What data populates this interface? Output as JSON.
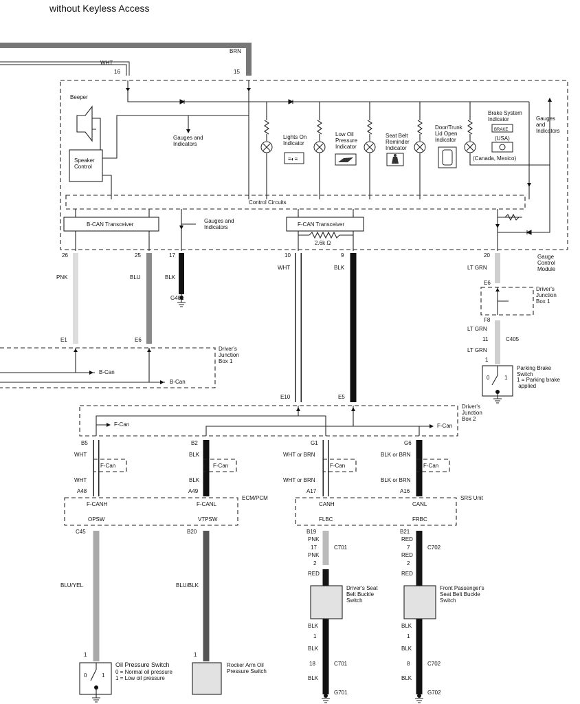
{
  "title": "without Keyless Access",
  "colors": {
    "BRN": "#777777",
    "PNK": "#dcdcdc",
    "BLU": "#8a8a8a",
    "BLK": "#111111",
    "WHT": "#ffffff",
    "LTGRN": "#cfcfcf",
    "BLUYEL": "#a9a9a9",
    "BLUBLK": "#555555",
    "RED": "#161616"
  },
  "top_wires": {
    "wht_label": "WHT",
    "wht_pin": "16",
    "brn_label": "BRN",
    "brn_pin": "15"
  },
  "gauge_module": {
    "name": "Gauge\nControl\nModule",
    "beeper": "Beeper",
    "speaker_control": "Speaker\nControl",
    "gauges1": "Gauges and\nIndicators",
    "gauges2": "Gauges\nand\nIndicators",
    "gauges3": "Gauges and\nIndicators",
    "lights_on": "Lights On\nIndicator",
    "low_oil": "Low Oil\nPressure\nIndicator",
    "seat_belt": "Seat Belt\nReminder\nIndicator",
    "door_trunk": "Door/Trunk\nLid Open\nIndicator",
    "brake_system": "Brake System\nIndicator",
    "brake_badge": "BRAKE",
    "usa": "(USA)",
    "canada": "(Canada, Mexico)",
    "control_circuits": "Control Circuits",
    "bcan": "B-CAN Transceiver",
    "fcan": "F-CAN Transceiver",
    "resistor": "2.6k Ω"
  },
  "module_pins": [
    {
      "pin": "26",
      "color": "PNK"
    },
    {
      "pin": "25",
      "color": "BLU"
    },
    {
      "pin": "17",
      "color": "BLK",
      "ground": "G401"
    },
    {
      "pin": "10",
      "color": "WHT"
    },
    {
      "pin": "9",
      "color": "BLK"
    },
    {
      "pin": "20",
      "color": "LT GRN"
    }
  ],
  "djb1_left": {
    "name": "Driver's\nJunction\nBox 1",
    "pin_e1": "E1",
    "pin_e6": "E6",
    "bcan1": "B-Can",
    "bcan2": "B-Can"
  },
  "djb1_right": {
    "name": "Driver's\nJunction\nBox 1",
    "pin_e6": "E6",
    "pin_f8": "F8",
    "wire1": "LT GRN",
    "conn_pin": "11",
    "conn": "C405",
    "wire2": "LT GRN",
    "pin_1": "1"
  },
  "parking_brake": {
    "name": "Parking Brake\nSwitch",
    "legend": "1 = Parking brake\n      applied",
    "p0": "0",
    "p1": "1"
  },
  "djb2": {
    "name": "Driver's\nJunction\nBox 2",
    "pin_e10": "E10",
    "pin_e5": "E5",
    "fcan_left": "F-Can",
    "fcan_right": "F-Can"
  },
  "branches": [
    {
      "pin": "B5",
      "w1": "WHT",
      "fcan": "F-Can",
      "w2": "WHT",
      "pin2": "A48"
    },
    {
      "pin": "B2",
      "w1": "BLK",
      "fcan": "F-Can",
      "w2": "BLK",
      "pin2": "A49"
    },
    {
      "pin": "G1",
      "w1": "WHT or BRN",
      "fcan": "F-Can",
      "w2": "WHT or BRN",
      "pin2": "A17"
    },
    {
      "pin": "G6",
      "w1": "BLK or BRN",
      "fcan": "F-Can",
      "w2": "BLK or BRN",
      "pin2": "A16"
    }
  ],
  "ecm": {
    "name": "ECM/PCM",
    "fcanh": "F-CANH",
    "fcanl": "F-CANL",
    "opsw": "OPSW",
    "vtpsw": "VTPSW",
    "pin_c45": "C45",
    "pin_b20": "B20"
  },
  "srs": {
    "name": "SRS Unit",
    "canh": "CANH",
    "canl": "CANL",
    "flbc": "FLBC",
    "frbc": "FRBC"
  },
  "lower_left": {
    "wire1": "BLU/YEL",
    "wire2": "BLU/BLK",
    "pin1": "1",
    "pin2": "1",
    "oil_switch": "Oil Pressure Switch",
    "oil_legend": "0 = Normal oil pressure\n1 = Low oil pressure",
    "p0": "0",
    "p1": "1",
    "rocker": "Rocker Arm Oil\nPressure Switch"
  },
  "driver_seat": {
    "pin_top": "B19",
    "w1": "PNK",
    "c_pin": "17",
    "conn": "C701",
    "w2": "PNK",
    "pin2": "2",
    "w3": "RED",
    "name": "Driver's Seat\nBelt Buckle\nSwitch",
    "w4": "BLK",
    "pin3": "1",
    "w5": "BLK",
    "c2_pin": "18",
    "conn2": "C701",
    "w6": "BLK",
    "ground": "G701"
  },
  "pass_seat": {
    "pin_top": "B21",
    "w1": "RED",
    "c_pin": "7",
    "conn": "C702",
    "w2": "RED",
    "pin2": "2",
    "w3": "RED",
    "name": "Front Passenger's\nSeat Belt Buckle\nSwitch",
    "w4": "BLK",
    "pin3": "1",
    "w5": "BLK",
    "c2_pin": "8",
    "conn2": "C702",
    "w6": "BLK",
    "ground": "G702"
  }
}
